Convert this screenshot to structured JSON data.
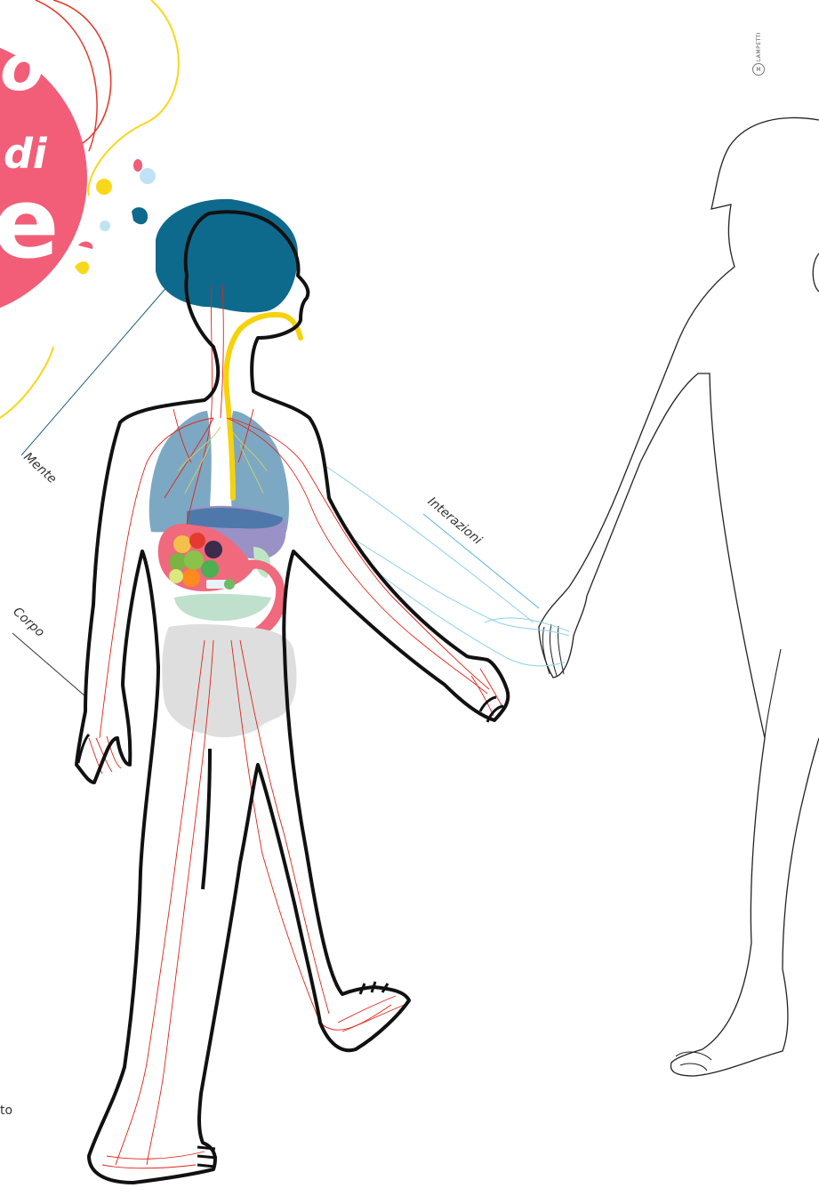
{
  "title_fragments": {
    "line1": "o",
    "line2": "di",
    "line3": "e"
  },
  "labels": {
    "mente": "Mente",
    "corpo": "Corpo",
    "interazioni": "Interazioni"
  },
  "logo": {
    "text": "LAMPETTI",
    "mark": "M"
  },
  "bottom_fragment": "to",
  "colors": {
    "title_circle": "#f25d78",
    "brain": "#0e6a8c",
    "lungs": "#6e9fbc",
    "spine": "#f5d20b",
    "nerves": "#e2231a",
    "stomach": "#f0697d",
    "liver": "#9a91c6",
    "intestines": "#dedede",
    "outline": "#111111",
    "interaction_lines": "#8fd0ea",
    "decor_yellow": "#f8d81a",
    "decor_red": "#e53a2f"
  }
}
